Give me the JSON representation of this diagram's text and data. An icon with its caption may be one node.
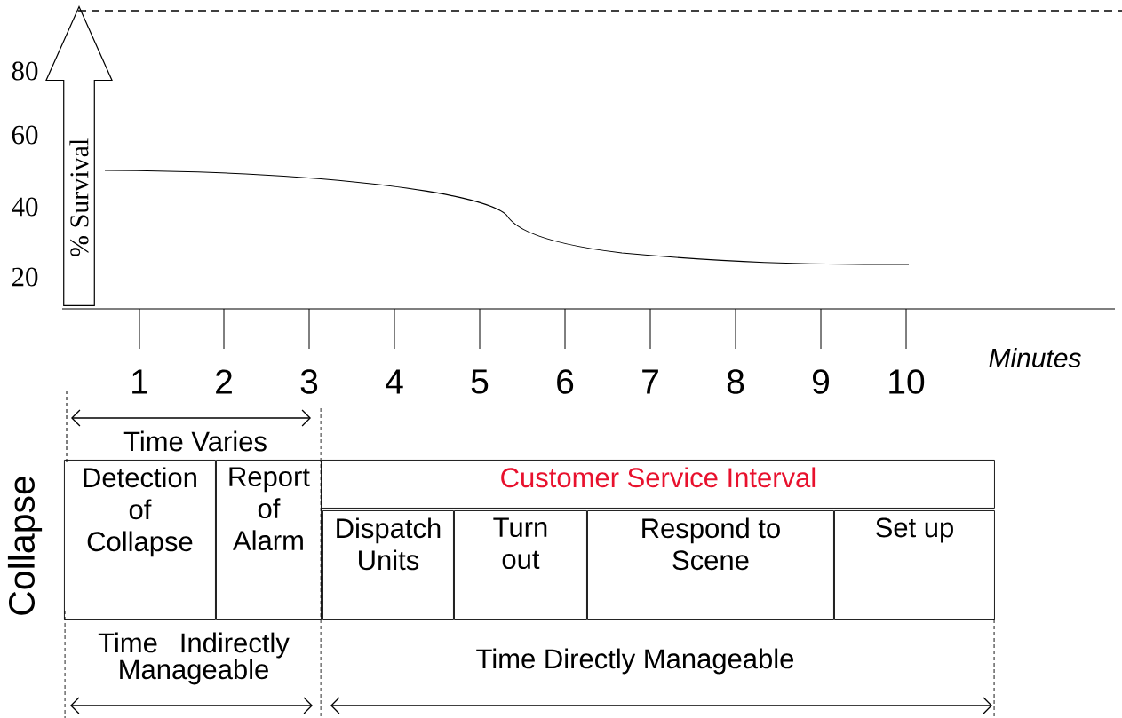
{
  "diagram": {
    "nodes": [
      {
        "text": [
          "% Survival"
        ]
      },
      {
        "text": [
          "Detection of Collapse"
        ]
      },
      {
        "text": [
          "Report of Alarm"
        ]
      },
      {
        "text": [
          "Customer Service Interval"
        ]
      },
      {
        "text": [
          "Dispatch Units"
        ]
      },
      {
        "text": [
          "Turn out"
        ]
      },
      {
        "text": [
          "Respond to Scene"
        ]
      },
      {
        "text": [
          "Set up"
        ]
      }
    ],
    "labels": [
      "80",
      "60",
      "40",
      "20",
      "1",
      "2",
      "3",
      "4",
      "5",
      "6",
      "7",
      "8",
      "9",
      "10",
      "Minutes",
      "Time Varies",
      "Collapse",
      "Time Indirectly Manageable",
      "Time Directly Manageable"
    ]
  }
}
